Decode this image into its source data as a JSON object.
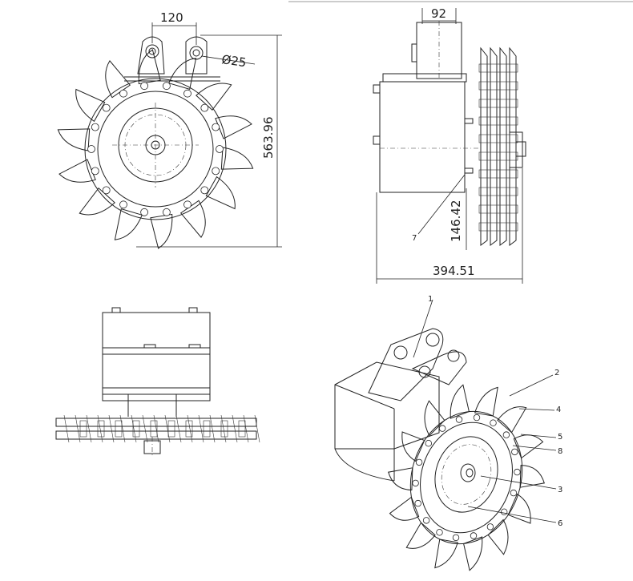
{
  "dimensions": {
    "pin_spacing": "120",
    "pin_diameter": "Ø25",
    "overall_height": "563.96",
    "bracket_width": "92",
    "lower_offset": "146.42",
    "overall_width": "394.51"
  },
  "callouts": {
    "c1": "1",
    "c2": "2",
    "c3": "3",
    "c4": "4",
    "c5": "5",
    "c6": "6",
    "c7": "7",
    "c8": "8"
  }
}
